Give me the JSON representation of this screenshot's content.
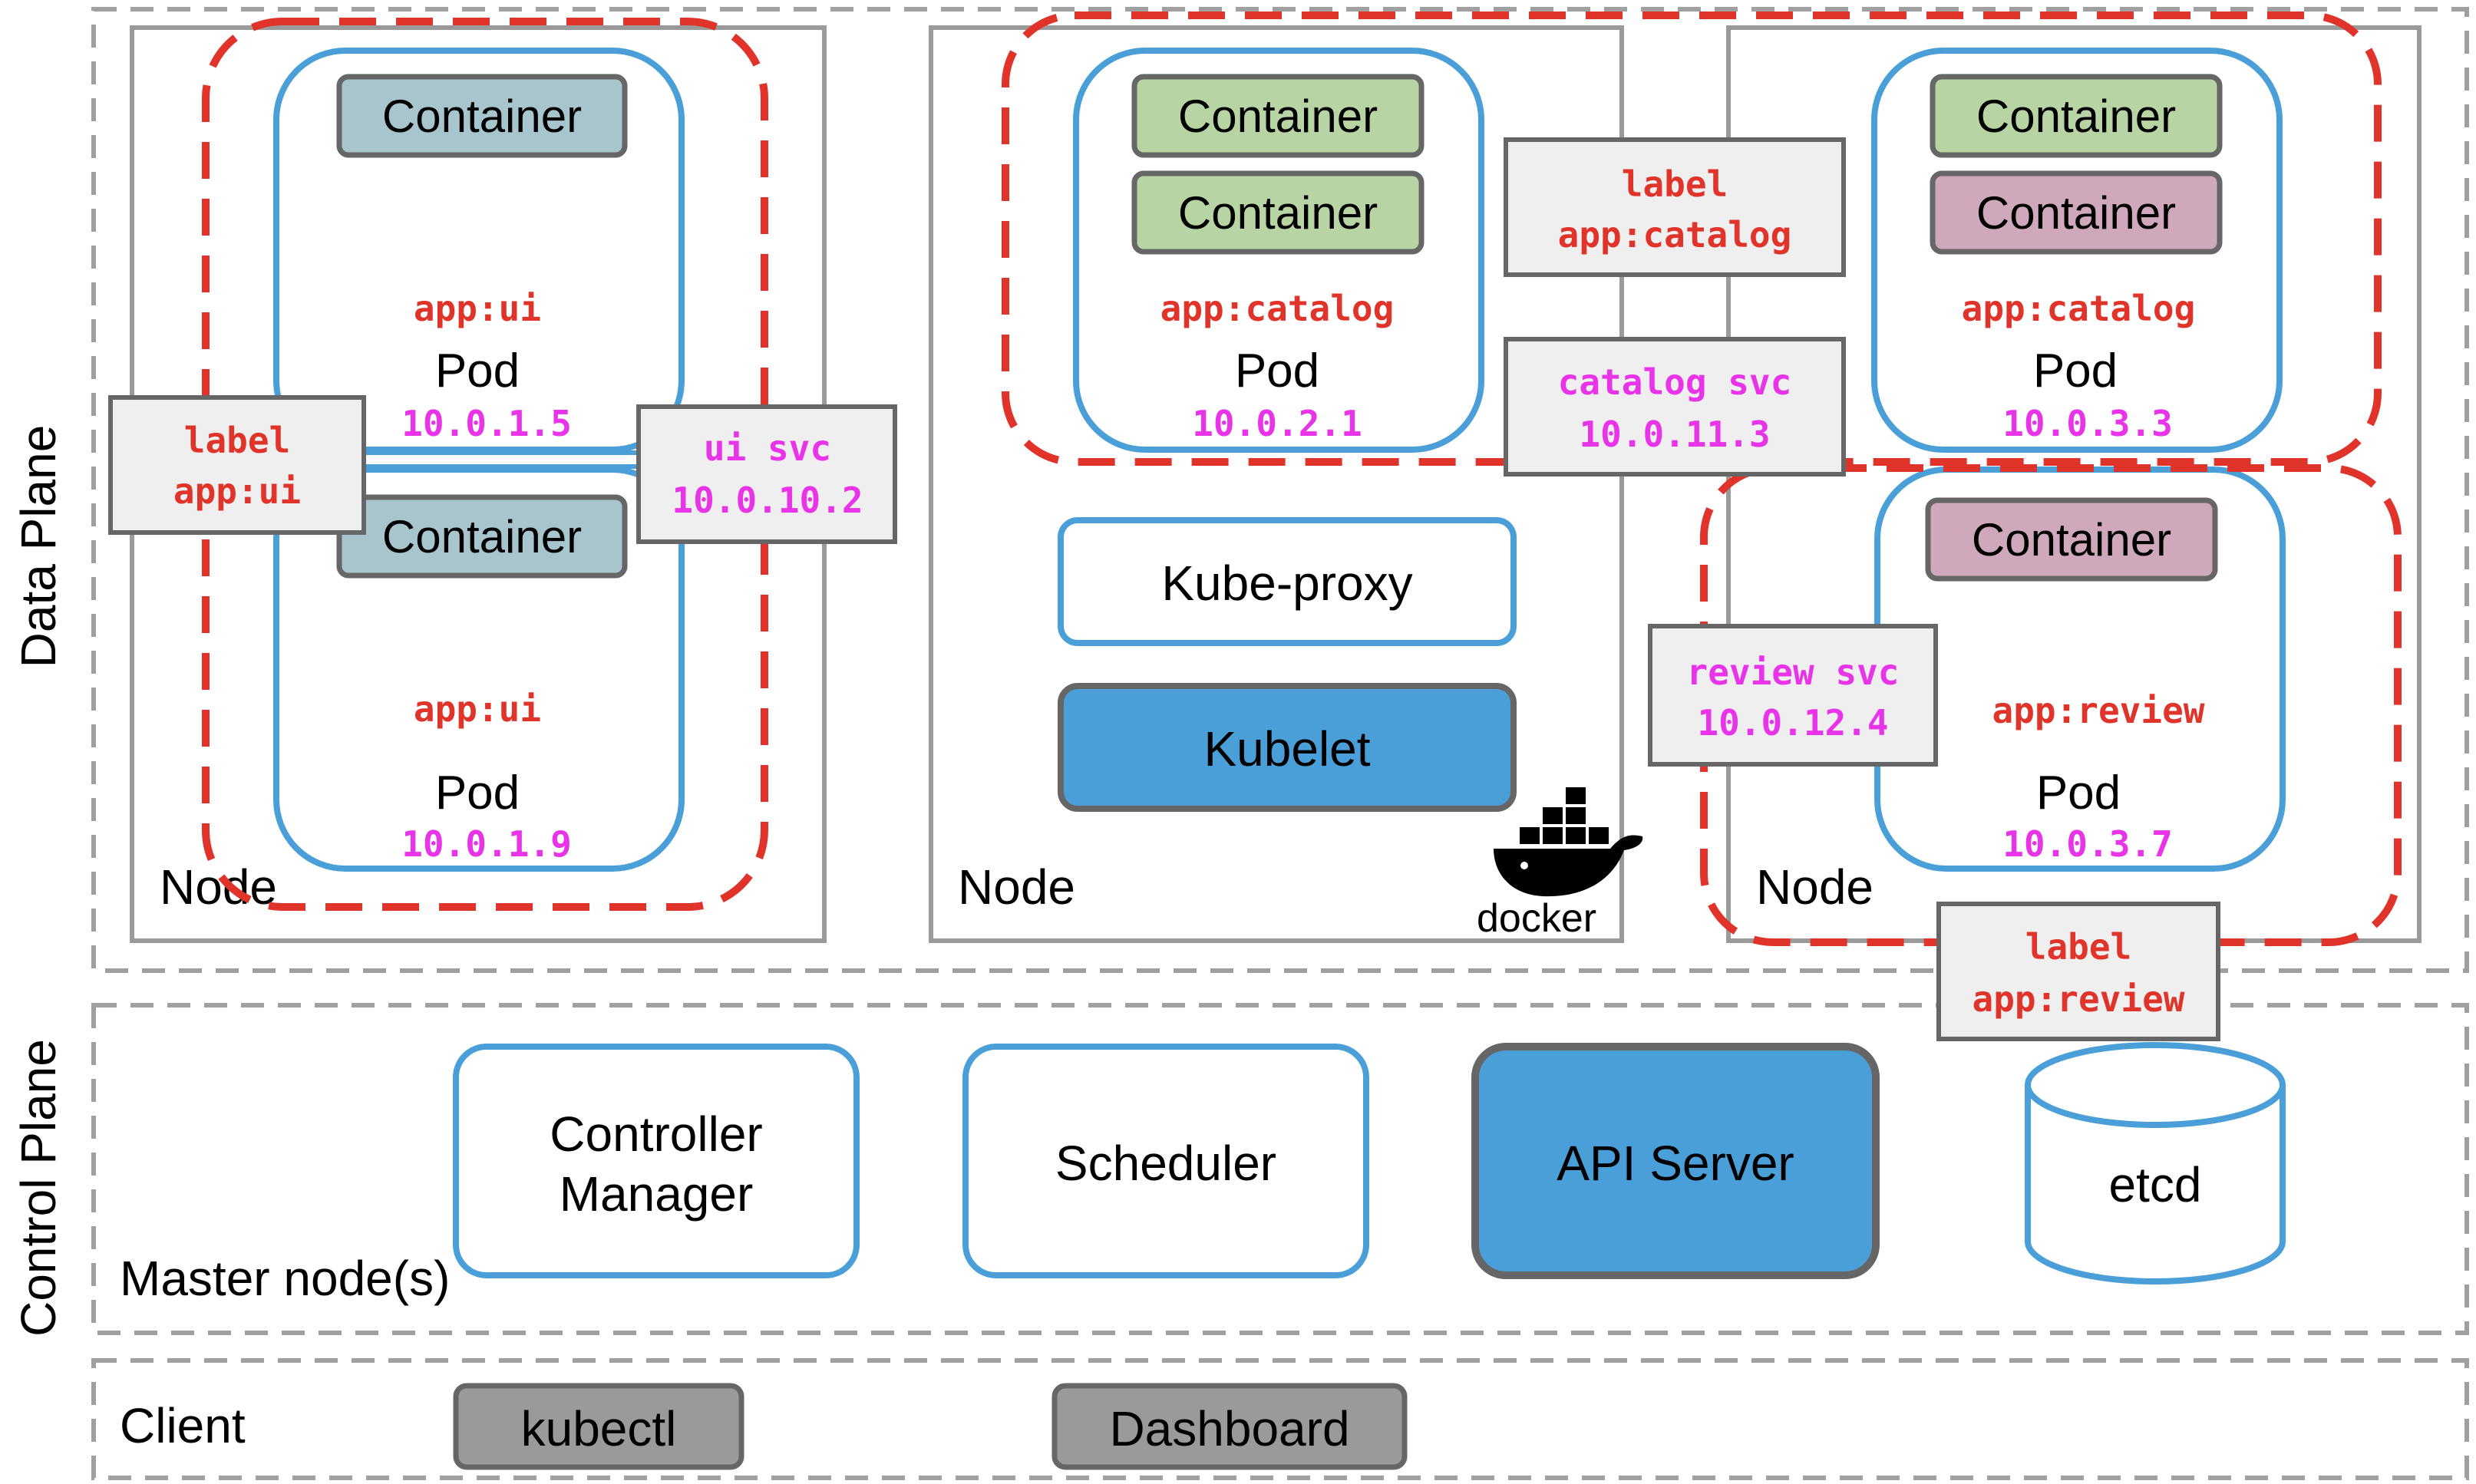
{
  "colors": {
    "red": "#e0342b",
    "magenta": "#e833e8",
    "blue": "#4a9fd9",
    "grey_dash": "#9a9a9a",
    "node_border": "#9a9a9a",
    "container_ui": "#a8c4cc",
    "container_catalog": "#b8d4a4",
    "container_review": "#d0a8bc",
    "label_bg": "#efefef",
    "dark_border": "#666666",
    "client_btn": "#9a9a9a"
  },
  "planes": {
    "data": "Data Plane",
    "control": "Control Plane"
  },
  "nodes": {
    "node1": "Node",
    "node2": "Node",
    "node3": "Node"
  },
  "pods": {
    "ui1": {
      "container": "Container",
      "label": "app:ui",
      "title": "Pod",
      "ip": "10.0.1.5"
    },
    "ui2": {
      "container": "Container",
      "label": "app:ui",
      "title": "Pod",
      "ip": "10.0.1.9"
    },
    "catalog1": {
      "container1": "Container",
      "container2": "Container",
      "label": "app:catalog",
      "title": "Pod",
      "ip": "10.0.2.1"
    },
    "catalog2": {
      "container1": "Container",
      "container2": "Container",
      "label": "app:catalog",
      "title": "Pod",
      "ip": "10.0.3.3"
    },
    "review": {
      "container": "Container",
      "label": "app:review",
      "title": "Pod",
      "ip": "10.0.3.7"
    }
  },
  "labels": {
    "ui": {
      "line1": "label",
      "line2": "app:ui"
    },
    "catalog": {
      "line1": "label",
      "line2": "app:catalog"
    },
    "review": {
      "line1": "label",
      "line2": "app:review"
    }
  },
  "services": {
    "ui": {
      "name": "ui svc",
      "ip": "10.0.10.2"
    },
    "catalog": {
      "name": "catalog svc",
      "ip": "10.0.11.3"
    },
    "review": {
      "name": "review svc",
      "ip": "10.0.12.4"
    }
  },
  "components": {
    "kube_proxy": "Kube-proxy",
    "kubelet": "Kubelet",
    "docker": "docker"
  },
  "control": {
    "master": "Master node(s)",
    "controller_line1": "Controller",
    "controller_line2": "Manager",
    "scheduler": "Scheduler",
    "api_server": "API Server",
    "etcd": "etcd"
  },
  "client": {
    "title": "Client",
    "kubectl": "kubectl",
    "dashboard": "Dashboard"
  }
}
